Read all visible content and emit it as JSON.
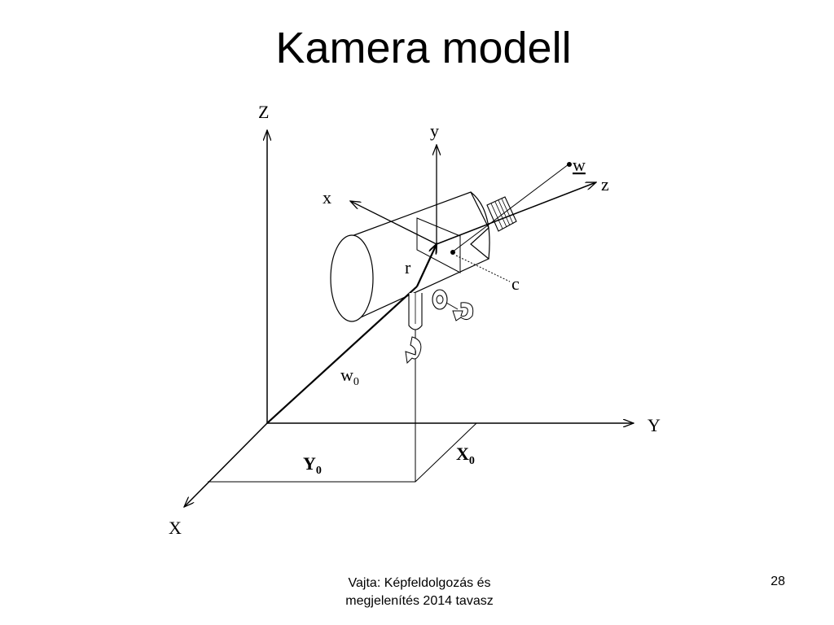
{
  "title": "Kamera modell",
  "labels": {
    "world_z": "Z",
    "world_y": "Y",
    "world_x": "X",
    "cam_y": "y",
    "cam_x": "x",
    "cam_z": "z",
    "point_w": "w",
    "r": "r",
    "c": "c",
    "w0_main": "w",
    "w0_sub": "0",
    "Y0_main": "Y",
    "Y0_sub": "0",
    "X0_main": "X",
    "X0_sub": "0"
  },
  "footer": {
    "line1": "Vajta:  Képfeldolgozás és",
    "line2": "megjelenítés 2014 tavasz",
    "page": "28"
  }
}
